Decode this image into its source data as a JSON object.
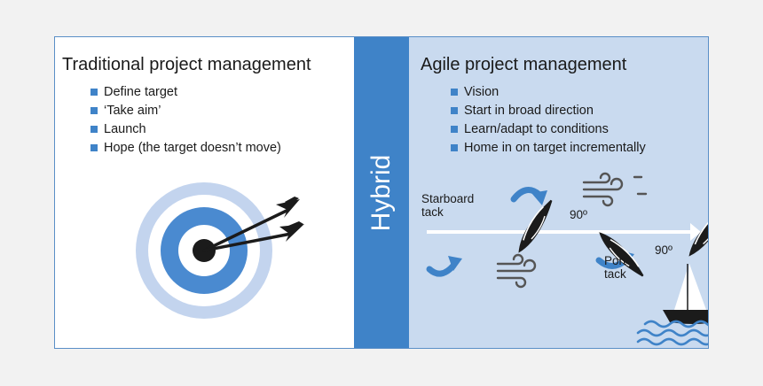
{
  "traditional": {
    "title": "Traditional project management",
    "bullets": [
      "Define target",
      "‘Take aim’",
      "Launch",
      "Hope (the target doesn’t move)"
    ]
  },
  "hybrid": {
    "label": "Hybrid"
  },
  "agile": {
    "title": "Agile project management",
    "bullets": [
      "Vision",
      "Start in broad direction",
      "Learn/adapt to conditions",
      "Home in on target incrementally"
    ],
    "labels": {
      "starboard": "Starboard",
      "starboard_tack": "tack",
      "port": "Port",
      "port_tack": "tack",
      "angle_1": "90º",
      "angle_2": "90º"
    }
  },
  "colors": {
    "accent": "#3f83c8",
    "agile_bg": "#c9daef",
    "target_outer": "#c3d4ee",
    "target_blue": "#4a8ad0",
    "boat": "#1b1b1b",
    "arrow_white": "#ffffff",
    "wave_blue": "#3f83c8",
    "wind_icon": "#555555"
  }
}
